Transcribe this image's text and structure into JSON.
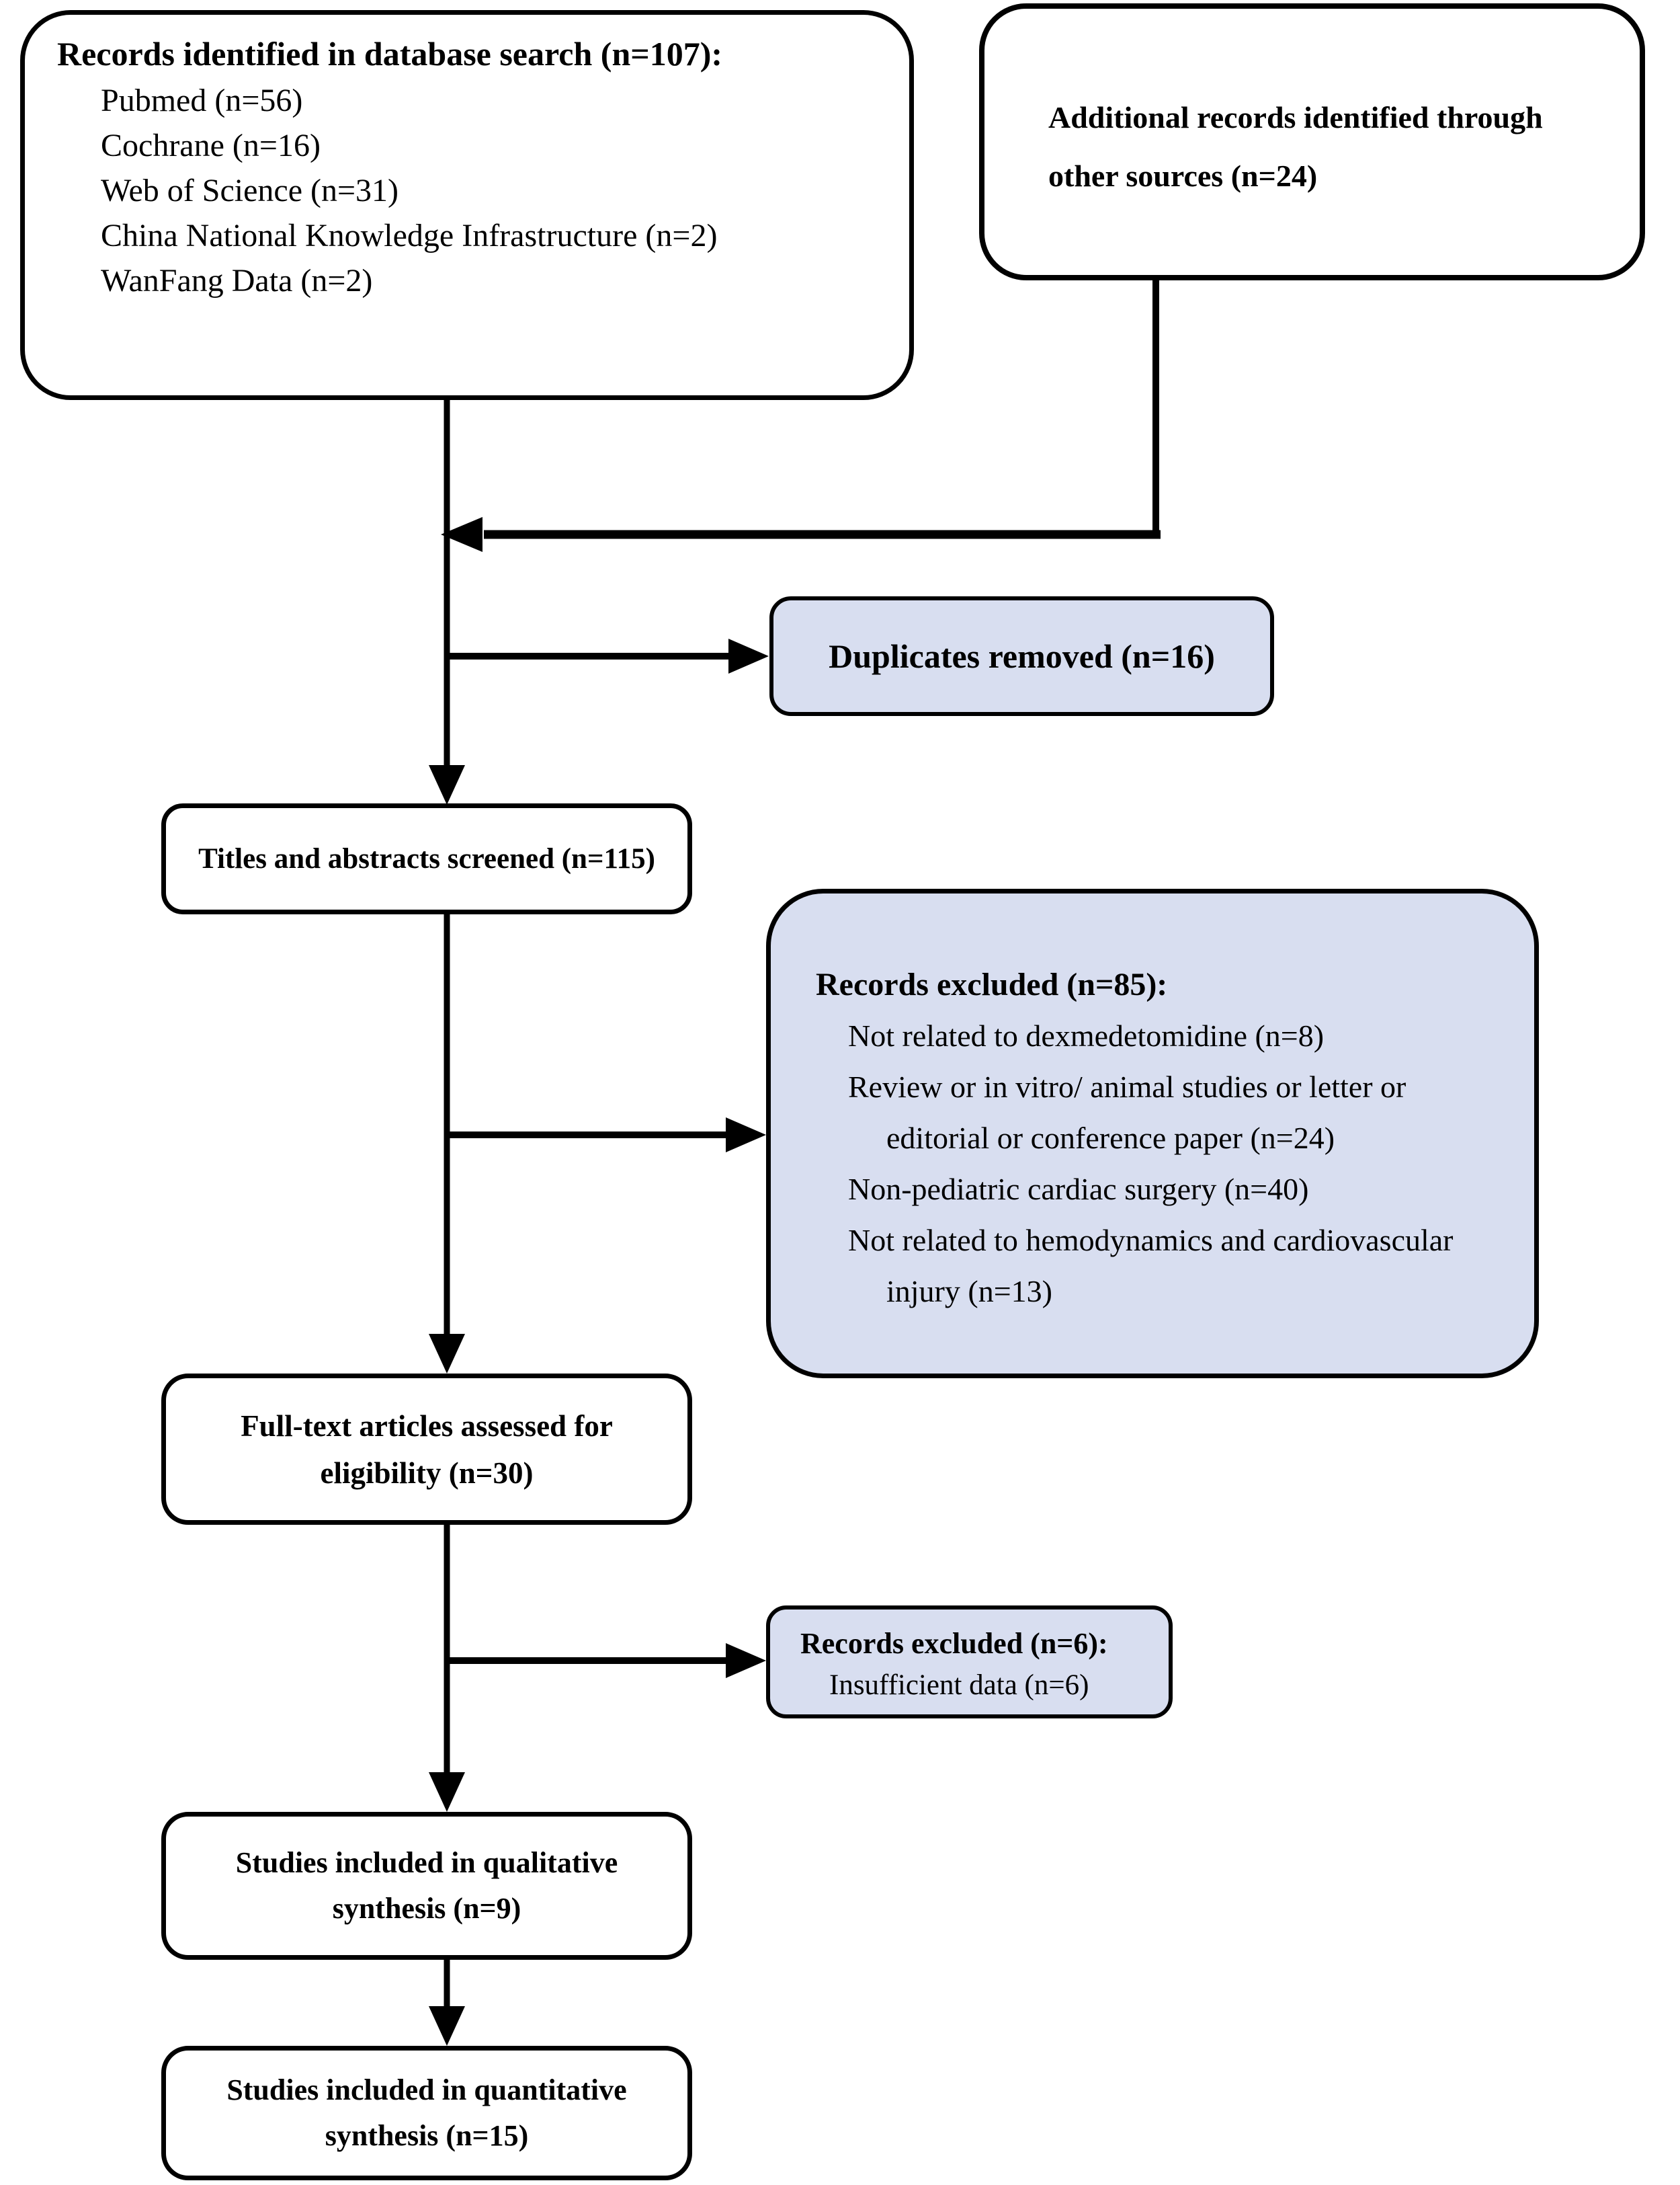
{
  "diagram": {
    "boxes": {
      "identified": {
        "title": "Records identified in database search (n=107):",
        "items": [
          "Pubmed (n=56)",
          "Cochrane (n=16)",
          "Web of Science (n=31)",
          "China National Knowledge Infrastructure (n=2)",
          "WanFang Data (n=2)"
        ]
      },
      "additional": {
        "lines": [
          "Additional records identified through",
          "other sources (n=24)"
        ]
      },
      "duplicates": {
        "label": "Duplicates removed (n=16)"
      },
      "screened": {
        "label": "Titles and abstracts screened (n=115)"
      },
      "excluded_screening": {
        "title": "Records excluded (n=85):",
        "reasons": [
          {
            "lines": [
              "Not related to dexmedetomidine (n=8)"
            ]
          },
          {
            "lines": [
              "Review or in vitro/ animal studies or letter or",
              "editorial or conference paper (n=24)"
            ]
          },
          {
            "lines": [
              "Non-pediatric cardiac surgery (n=40)"
            ]
          },
          {
            "lines": [
              "Not related to hemodynamics and cardiovascular",
              "injury (n=13)"
            ]
          }
        ]
      },
      "fulltext": {
        "lines": [
          "Full-text articles assessed for",
          "eligibility (n=30)"
        ]
      },
      "excluded_fulltext": {
        "title": "Records excluded (n=6):",
        "reason": "Insufficient data (n=6)"
      },
      "qualitative": {
        "lines": [
          "Studies included in qualitative",
          "synthesis (n=9)"
        ]
      },
      "quantitative": {
        "lines": [
          "Studies included in quantitative",
          "synthesis (n=15)"
        ]
      }
    },
    "colors": {
      "highlight_box_fill": "#d8def0",
      "plain_box_fill": "#ffffff",
      "border": "#000000",
      "connector": "#000000"
    }
  }
}
